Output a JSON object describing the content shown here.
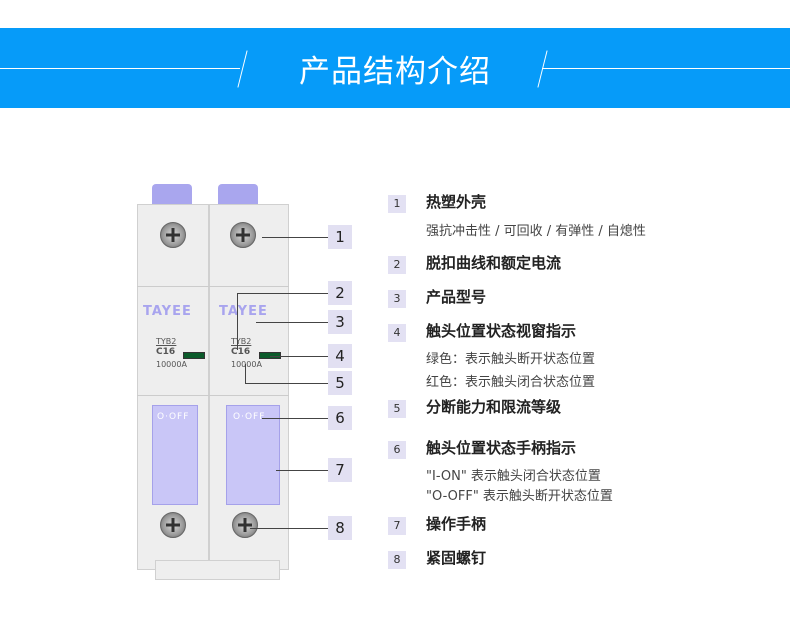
{
  "banner": {
    "title": "产品结构介绍"
  },
  "product": {
    "brand": "TAYEE",
    "model": "TYB2",
    "rating": "C16",
    "breaking_capacity": "10000A",
    "handle_label": "O·OFF",
    "callouts": [
      "1",
      "2",
      "3",
      "4",
      "5",
      "6",
      "7",
      "8"
    ]
  },
  "items": [
    {
      "num": "1",
      "title": "热塑外壳",
      "desc": [
        "强抗冲击性 / 可回收 / 有弹性 / 自熄性"
      ]
    },
    {
      "num": "2",
      "title": "脱扣曲线和额定电流",
      "desc": []
    },
    {
      "num": "3",
      "title": "产品型号",
      "desc": []
    },
    {
      "num": "4",
      "title": "触头位置状态视窗指示",
      "desc": [
        "绿色：表示触头断开状态位置",
        "红色：表示触头闭合状态位置"
      ]
    },
    {
      "num": "5",
      "title": "分断能力和限流等级",
      "desc": []
    },
    {
      "num": "6",
      "title": "触头位置状态手柄指示",
      "desc": [
        "\"I-ON\" 表示触头闭合状态位置",
        "\"O-OFF\" 表示触头断开状态位置"
      ]
    },
    {
      "num": "7",
      "title": "操作手柄",
      "desc": []
    },
    {
      "num": "8",
      "title": "紧固螺钉",
      "desc": []
    }
  ]
}
